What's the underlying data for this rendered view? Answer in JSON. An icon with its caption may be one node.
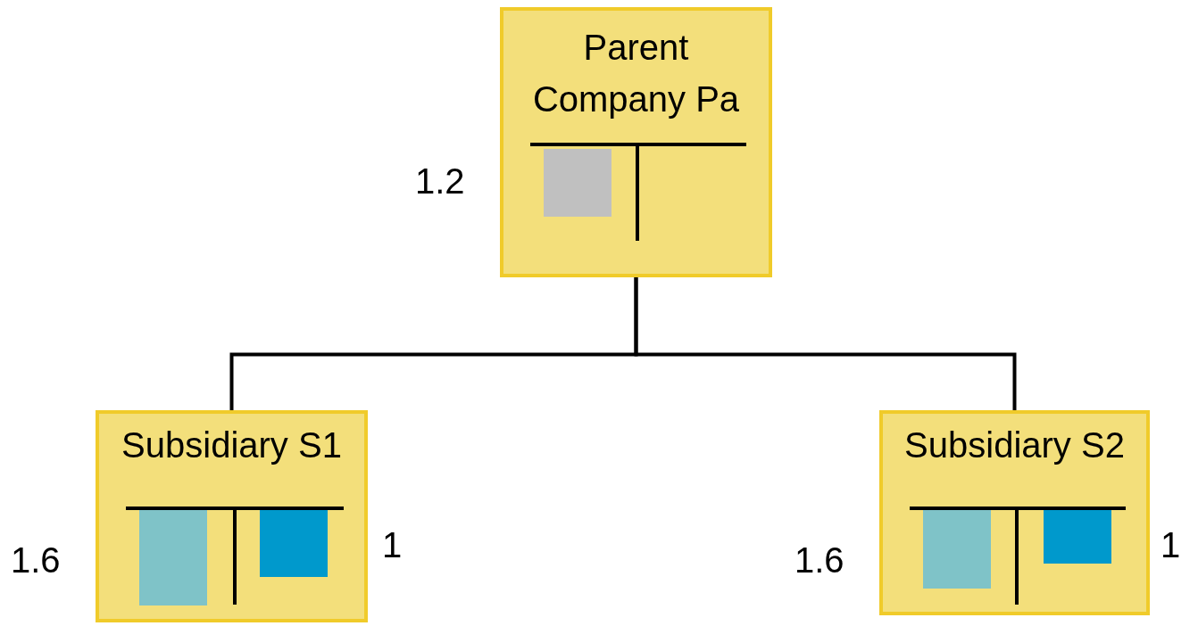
{
  "diagram": {
    "nodes": [
      {
        "text": [
          "Parent Company Pa"
        ],
        "beside": [
          "1.2"
        ]
      },
      {
        "text": [
          "Subsidiary S1"
        ],
        "beside": [
          "1.6",
          "1"
        ]
      },
      {
        "text": [
          "Subsidiary S2"
        ],
        "beside": [
          "1.6",
          "1"
        ]
      }
    ],
    "edges": [
      {
        "from": 0,
        "to": 1,
        "arrow": "none"
      },
      {
        "from": 0,
        "to": 2,
        "arrow": "none"
      }
    ]
  }
}
